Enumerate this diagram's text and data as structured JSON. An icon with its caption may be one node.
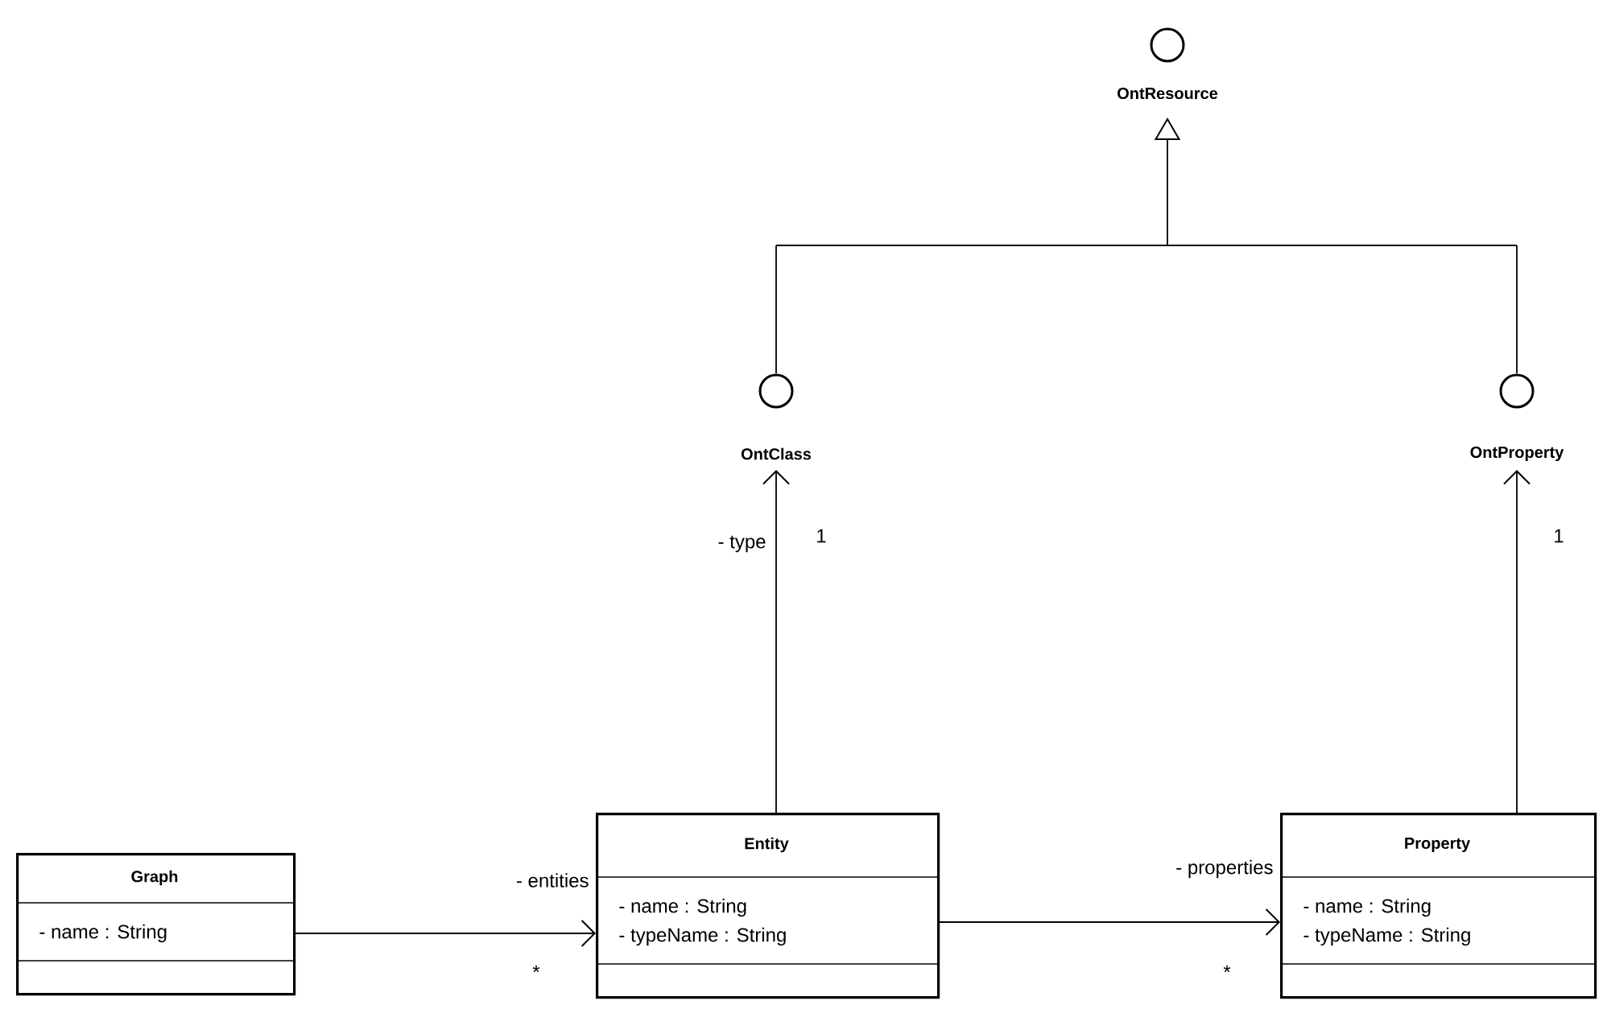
{
  "diagram": {
    "nodes": [
      {
        "text": [
          "OntResource"
        ]
      },
      {
        "text": [
          "OntClass"
        ]
      },
      {
        "text": [
          "OntProperty"
        ]
      },
      {
        "text": [
          "Graph",
          "- name : String"
        ]
      },
      {
        "text": [
          "Entity",
          "- name : String",
          "- typeName : String"
        ]
      },
      {
        "text": [
          "Property",
          "- name : String",
          "- typeName : String"
        ]
      }
    ],
    "edges": [
      {
        "from": 1,
        "to": 0,
        "arrow": "to"
      },
      {
        "from": 2,
        "to": 0,
        "arrow": "to"
      },
      {
        "from": 4,
        "to": 1,
        "arrow": "to",
        "label": "- type"
      },
      {
        "from": 5,
        "to": 2,
        "arrow": "to"
      },
      {
        "from": 3,
        "to": 4,
        "arrow": "to",
        "label": "- entities"
      },
      {
        "from": 4,
        "to": 5,
        "arrow": "to",
        "label": "- properties"
      }
    ],
    "labels": [
      "1",
      "1",
      "*",
      "*"
    ]
  }
}
